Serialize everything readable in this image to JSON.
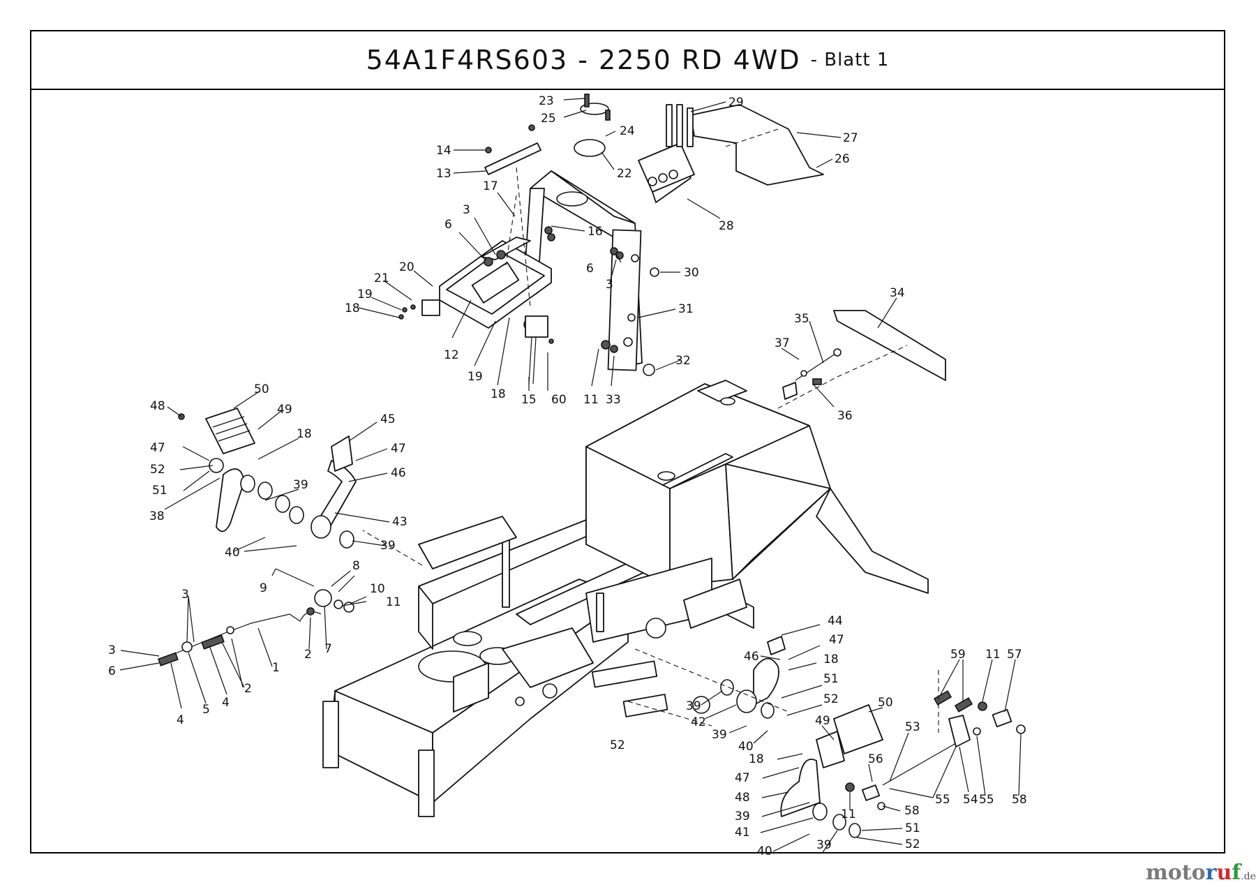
{
  "title": {
    "model": "54A1F4RS603 - 2250 RD 4WD",
    "sheet": "- Blatt 1"
  },
  "watermark": {
    "a": "moto",
    "b": "r",
    "c": "u",
    "d": "f",
    "tld": ".de"
  },
  "callouts": [
    {
      "id": "c23",
      "text": "23"
    },
    {
      "id": "c25",
      "text": "25"
    },
    {
      "id": "c24",
      "text": "24"
    },
    {
      "id": "c29",
      "text": "29"
    },
    {
      "id": "c27",
      "text": "27"
    },
    {
      "id": "c26",
      "text": "26"
    },
    {
      "id": "c14",
      "text": "14"
    },
    {
      "id": "c13",
      "text": "13"
    },
    {
      "id": "c22",
      "text": "22"
    },
    {
      "id": "c17",
      "text": "17"
    },
    {
      "id": "c28",
      "text": "28"
    },
    {
      "id": "c3a",
      "text": "3"
    },
    {
      "id": "c6a",
      "text": "6"
    },
    {
      "id": "c16",
      "text": "16"
    },
    {
      "id": "c6b",
      "text": "6"
    },
    {
      "id": "c3b",
      "text": "3"
    },
    {
      "id": "c30",
      "text": "30"
    },
    {
      "id": "c20",
      "text": "20"
    },
    {
      "id": "c21",
      "text": "21"
    },
    {
      "id": "c19a",
      "text": "19"
    },
    {
      "id": "c18a",
      "text": "18"
    },
    {
      "id": "c31",
      "text": "31"
    },
    {
      "id": "c34",
      "text": "34"
    },
    {
      "id": "c35",
      "text": "35"
    },
    {
      "id": "c12",
      "text": "12"
    },
    {
      "id": "c37",
      "text": "37"
    },
    {
      "id": "c32",
      "text": "32"
    },
    {
      "id": "c19b",
      "text": "19"
    },
    {
      "id": "c18b",
      "text": "18"
    },
    {
      "id": "c15",
      "text": "15"
    },
    {
      "id": "c60",
      "text": "60"
    },
    {
      "id": "c11a",
      "text": "11"
    },
    {
      "id": "c33",
      "text": "33"
    },
    {
      "id": "c36",
      "text": "36"
    },
    {
      "id": "c50a",
      "text": "50"
    },
    {
      "id": "c48a",
      "text": "48"
    },
    {
      "id": "c49a",
      "text": "49"
    },
    {
      "id": "c45",
      "text": "45"
    },
    {
      "id": "c18c",
      "text": "18"
    },
    {
      "id": "c47a",
      "text": "47"
    },
    {
      "id": "c47b",
      "text": "47"
    },
    {
      "id": "c52a",
      "text": "52"
    },
    {
      "id": "c46a",
      "text": "46"
    },
    {
      "id": "c51a",
      "text": "51"
    },
    {
      "id": "c39a",
      "text": "39"
    },
    {
      "id": "c38",
      "text": "38"
    },
    {
      "id": "c43",
      "text": "43"
    },
    {
      "id": "c40a",
      "text": "40"
    },
    {
      "id": "c39b",
      "text": "39"
    },
    {
      "id": "c8",
      "text": "8"
    },
    {
      "id": "c9",
      "text": "9"
    },
    {
      "id": "c10",
      "text": "10"
    },
    {
      "id": "c3c",
      "text": "3"
    },
    {
      "id": "c11b",
      "text": "11"
    },
    {
      "id": "c3d",
      "text": "3"
    },
    {
      "id": "c1",
      "text": "1"
    },
    {
      "id": "c2a",
      "text": "2"
    },
    {
      "id": "c7",
      "text": "7"
    },
    {
      "id": "c6c",
      "text": "6"
    },
    {
      "id": "c2b",
      "text": "2"
    },
    {
      "id": "c4a",
      "text": "4"
    },
    {
      "id": "c5",
      "text": "5"
    },
    {
      "id": "c4b",
      "text": "4"
    },
    {
      "id": "c44",
      "text": "44"
    },
    {
      "id": "c47c",
      "text": "47"
    },
    {
      "id": "c46b",
      "text": "46"
    },
    {
      "id": "c18d",
      "text": "18"
    },
    {
      "id": "c51b",
      "text": "51"
    },
    {
      "id": "c52b",
      "text": "52"
    },
    {
      "id": "c39c",
      "text": "39"
    },
    {
      "id": "c42",
      "text": "42"
    },
    {
      "id": "c39d",
      "text": "39"
    },
    {
      "id": "c40b",
      "text": "40"
    },
    {
      "id": "c52c",
      "text": "52"
    },
    {
      "id": "c50b",
      "text": "50"
    },
    {
      "id": "c59",
      "text": "59"
    },
    {
      "id": "c11c",
      "text": "11"
    },
    {
      "id": "c57",
      "text": "57"
    },
    {
      "id": "c53",
      "text": "53"
    },
    {
      "id": "c49b",
      "text": "49"
    },
    {
      "id": "c18e",
      "text": "18"
    },
    {
      "id": "c56",
      "text": "56"
    },
    {
      "id": "c47d",
      "text": "47"
    },
    {
      "id": "c48b",
      "text": "48"
    },
    {
      "id": "c39e",
      "text": "39"
    },
    {
      "id": "c41",
      "text": "41"
    },
    {
      "id": "c11d",
      "text": "11"
    },
    {
      "id": "c58a",
      "text": "58"
    },
    {
      "id": "c55a",
      "text": "55"
    },
    {
      "id": "c54",
      "text": "54"
    },
    {
      "id": "c55b",
      "text": "55"
    },
    {
      "id": "c58b",
      "text": "58"
    },
    {
      "id": "c51c",
      "text": "51"
    },
    {
      "id": "c40c",
      "text": "40"
    },
    {
      "id": "c39f",
      "text": "39"
    },
    {
      "id": "c52d",
      "text": "52"
    }
  ]
}
